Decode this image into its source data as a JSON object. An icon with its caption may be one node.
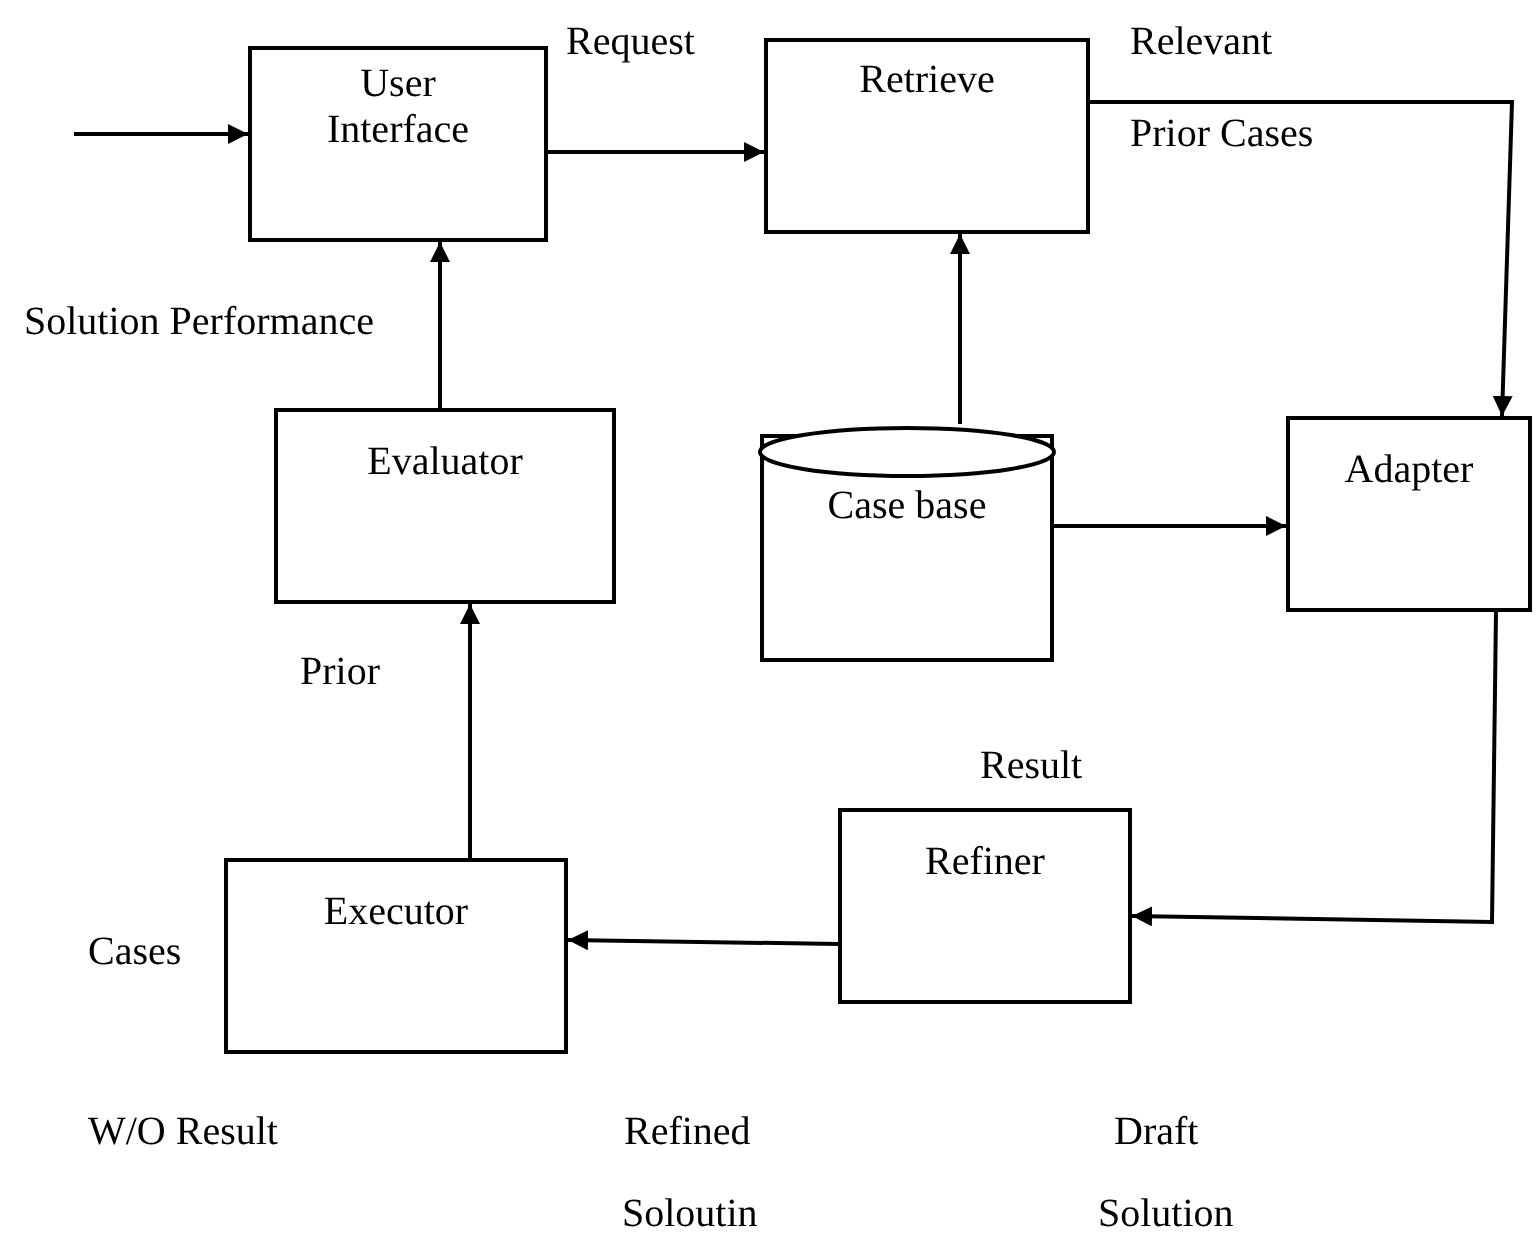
{
  "diagram": {
    "nodes": [
      {
        "text": [
          "User Interface"
        ]
      },
      {
        "text": [
          "Retrieve"
        ]
      },
      {
        "text": [
          "Evaluator"
        ]
      },
      {
        "text": [
          "Case base"
        ]
      },
      {
        "text": [
          "Adapter"
        ]
      },
      {
        "text": [
          "Refiner"
        ]
      },
      {
        "text": [
          "Executor"
        ]
      }
    ],
    "edges": [
      {
        "from": null,
        "to": 0,
        "arrow": "to"
      },
      {
        "from": 0,
        "to": 1,
        "arrow": "to"
      },
      {
        "from": 1,
        "to": 4,
        "arrow": "to"
      },
      {
        "from": 2,
        "to": 0,
        "arrow": "to"
      },
      {
        "from": 3,
        "to": 1,
        "arrow": "to"
      },
      {
        "from": 3,
        "to": 4,
        "arrow": "to"
      },
      {
        "from": 4,
        "to": 5,
        "arrow": "to"
      },
      {
        "from": 5,
        "to": 6,
        "arrow": "to"
      },
      {
        "from": 6,
        "to": 2,
        "arrow": "to"
      }
    ],
    "labels": [
      "Request",
      "Relevant",
      "Prior Cases",
      "Solution Performance",
      "Prior",
      "Result",
      "Cases",
      "W/O Result",
      "Refined",
      "Draft",
      "Soloutin",
      "Solution"
    ]
  }
}
